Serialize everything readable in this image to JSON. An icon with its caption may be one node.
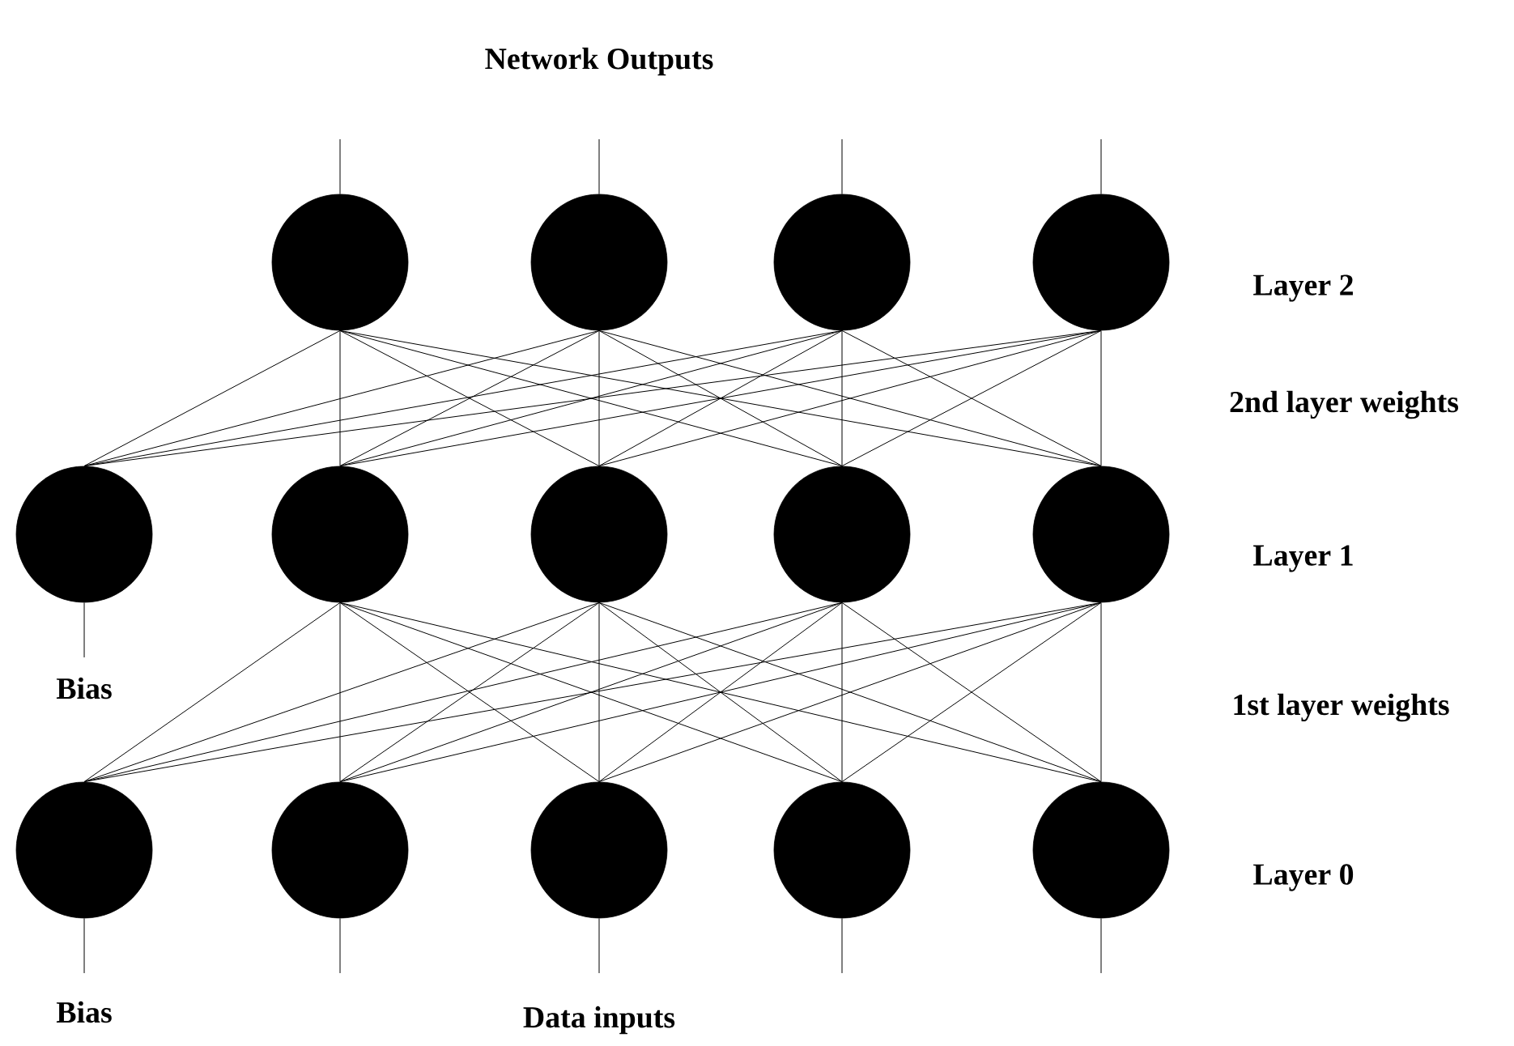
{
  "diagram": {
    "nodes": [
      {
        "text": [],
        "shape": "circle"
      },
      {
        "text": [],
        "shape": "circle"
      },
      {
        "text": [],
        "shape": "circle"
      },
      {
        "text": [],
        "shape": "circle"
      },
      {
        "text": [],
        "shape": "circle"
      },
      {
        "text": [],
        "shape": "circle"
      },
      {
        "text": [],
        "shape": "circle"
      },
      {
        "text": [],
        "shape": "circle"
      },
      {
        "text": [],
        "shape": "circle"
      },
      {
        "text": [],
        "shape": "circle"
      },
      {
        "text": [],
        "shape": "circle"
      },
      {
        "text": [],
        "shape": "circle"
      },
      {
        "text": [],
        "shape": "circle"
      },
      {
        "text": [],
        "shape": "circle"
      }
    ],
    "edges": [
      {
        "from": 4,
        "to": 0,
        "arrow": "none"
      },
      {
        "from": 4,
        "to": 1,
        "arrow": "none"
      },
      {
        "from": 4,
        "to": 2,
        "arrow": "none"
      },
      {
        "from": 4,
        "to": 3,
        "arrow": "none"
      },
      {
        "from": 5,
        "to": 0,
        "arrow": "none"
      },
      {
        "from": 5,
        "to": 1,
        "arrow": "none"
      },
      {
        "from": 5,
        "to": 2,
        "arrow": "none"
      },
      {
        "from": 5,
        "to": 3,
        "arrow": "none"
      },
      {
        "from": 6,
        "to": 0,
        "arrow": "none"
      },
      {
        "from": 6,
        "to": 1,
        "arrow": "none"
      },
      {
        "from": 6,
        "to": 2,
        "arrow": "none"
      },
      {
        "from": 6,
        "to": 3,
        "arrow": "none"
      },
      {
        "from": 7,
        "to": 0,
        "arrow": "none"
      },
      {
        "from": 7,
        "to": 1,
        "arrow": "none"
      },
      {
        "from": 7,
        "to": 2,
        "arrow": "none"
      },
      {
        "from": 7,
        "to": 3,
        "arrow": "none"
      },
      {
        "from": 8,
        "to": 0,
        "arrow": "none"
      },
      {
        "from": 8,
        "to": 1,
        "arrow": "none"
      },
      {
        "from": 8,
        "to": 2,
        "arrow": "none"
      },
      {
        "from": 8,
        "to": 3,
        "arrow": "none"
      },
      {
        "from": 9,
        "to": 5,
        "arrow": "none"
      },
      {
        "from": 9,
        "to": 6,
        "arrow": "none"
      },
      {
        "from": 9,
        "to": 7,
        "arrow": "none"
      },
      {
        "from": 9,
        "to": 8,
        "arrow": "none"
      },
      {
        "from": 10,
        "to": 5,
        "arrow": "none"
      },
      {
        "from": 10,
        "to": 6,
        "arrow": "none"
      },
      {
        "from": 10,
        "to": 7,
        "arrow": "none"
      },
      {
        "from": 10,
        "to": 8,
        "arrow": "none"
      },
      {
        "from": 11,
        "to": 5,
        "arrow": "none"
      },
      {
        "from": 11,
        "to": 6,
        "arrow": "none"
      },
      {
        "from": 11,
        "to": 7,
        "arrow": "none"
      },
      {
        "from": 11,
        "to": 8,
        "arrow": "none"
      },
      {
        "from": 12,
        "to": 5,
        "arrow": "none"
      },
      {
        "from": 12,
        "to": 6,
        "arrow": "none"
      },
      {
        "from": 12,
        "to": 7,
        "arrow": "none"
      },
      {
        "from": 12,
        "to": 8,
        "arrow": "none"
      },
      {
        "from": 13,
        "to": 5,
        "arrow": "none"
      },
      {
        "from": 13,
        "to": 6,
        "arrow": "none"
      },
      {
        "from": 13,
        "to": 7,
        "arrow": "none"
      },
      {
        "from": 13,
        "to": 8,
        "arrow": "none"
      },
      {
        "from": 0,
        "to": null,
        "arrow": "none"
      },
      {
        "from": 1,
        "to": null,
        "arrow": "none"
      },
      {
        "from": 2,
        "to": null,
        "arrow": "none"
      },
      {
        "from": 3,
        "to": null,
        "arrow": "none"
      },
      {
        "from": null,
        "to": 4,
        "arrow": "none"
      },
      {
        "from": null,
        "to": 9,
        "arrow": "none"
      },
      {
        "from": null,
        "to": 10,
        "arrow": "none"
      },
      {
        "from": null,
        "to": 11,
        "arrow": "none"
      },
      {
        "from": null,
        "to": 12,
        "arrow": "none"
      },
      {
        "from": null,
        "to": 13,
        "arrow": "none"
      }
    ],
    "labels": [
      "Network Outputs",
      "Layer 2",
      "2nd layer weights",
      "Layer 1",
      "Bias",
      "1st layer weights",
      "Layer 0",
      "Bias",
      "Data inputs"
    ]
  }
}
